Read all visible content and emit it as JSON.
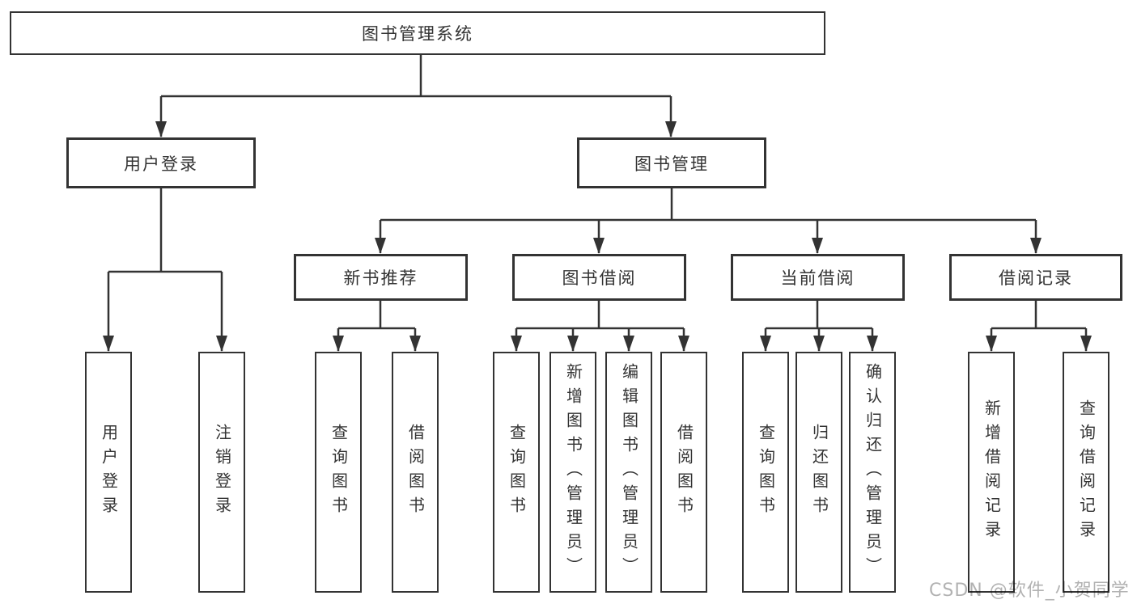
{
  "diagram_type": "hierarchy-tree",
  "colors": {
    "background": "#ffffff",
    "line": "#333333",
    "box_border": "#333333",
    "box_fill": "#ffffff",
    "text": "#333333",
    "watermark": "#b2b2b2"
  },
  "nodes": {
    "root": {
      "label": "图书管理系统"
    },
    "user_login_branch": {
      "label": "用户登录"
    },
    "book_management": {
      "label": "图书管理"
    },
    "user_login": {
      "label": "用户登录"
    },
    "logout_login": {
      "label": "注销登录"
    },
    "new_book_recommend": {
      "label": "新书推荐"
    },
    "book_borrowing": {
      "label": "图书借阅"
    },
    "current_borrowing": {
      "label": "当前借阅"
    },
    "borrowing_records": {
      "label": "借阅记录"
    },
    "query_books_1": {
      "label": "查询图书"
    },
    "borrow_books_1": {
      "label": "借阅图书"
    },
    "query_books_2": {
      "label": "查询图书"
    },
    "add_books_admin": {
      "label": "新增图书（管理员）"
    },
    "edit_books_admin": {
      "label": "编辑图书（管理员）"
    },
    "borrow_books_2": {
      "label": "借阅图书"
    },
    "query_books_3": {
      "label": "查询图书"
    },
    "return_books": {
      "label": "归还图书"
    },
    "confirm_return_admin": {
      "label": "确认归还（管理员）"
    },
    "add_borrowing_record": {
      "label": "新增借阅记录"
    },
    "query_borrowing_record": {
      "label": "查询借阅记录"
    }
  },
  "edges": [
    {
      "from": "root",
      "to": [
        "user_login_branch",
        "book_management"
      ]
    },
    {
      "from": "user_login_branch",
      "to": [
        "user_login",
        "logout_login"
      ]
    },
    {
      "from": "book_management",
      "to": [
        "new_book_recommend",
        "book_borrowing",
        "current_borrowing",
        "borrowing_records"
      ]
    },
    {
      "from": "new_book_recommend",
      "to": [
        "query_books_1",
        "borrow_books_1"
      ]
    },
    {
      "from": "book_borrowing",
      "to": [
        "query_books_2",
        "add_books_admin",
        "edit_books_admin",
        "borrow_books_2"
      ]
    },
    {
      "from": "current_borrowing",
      "to": [
        "query_books_3",
        "return_books",
        "confirm_return_admin"
      ]
    },
    {
      "from": "borrowing_records",
      "to": [
        "add_borrowing_record",
        "query_borrowing_record"
      ]
    }
  ],
  "watermark": {
    "text": "CSDN @软件_小贺同学"
  }
}
